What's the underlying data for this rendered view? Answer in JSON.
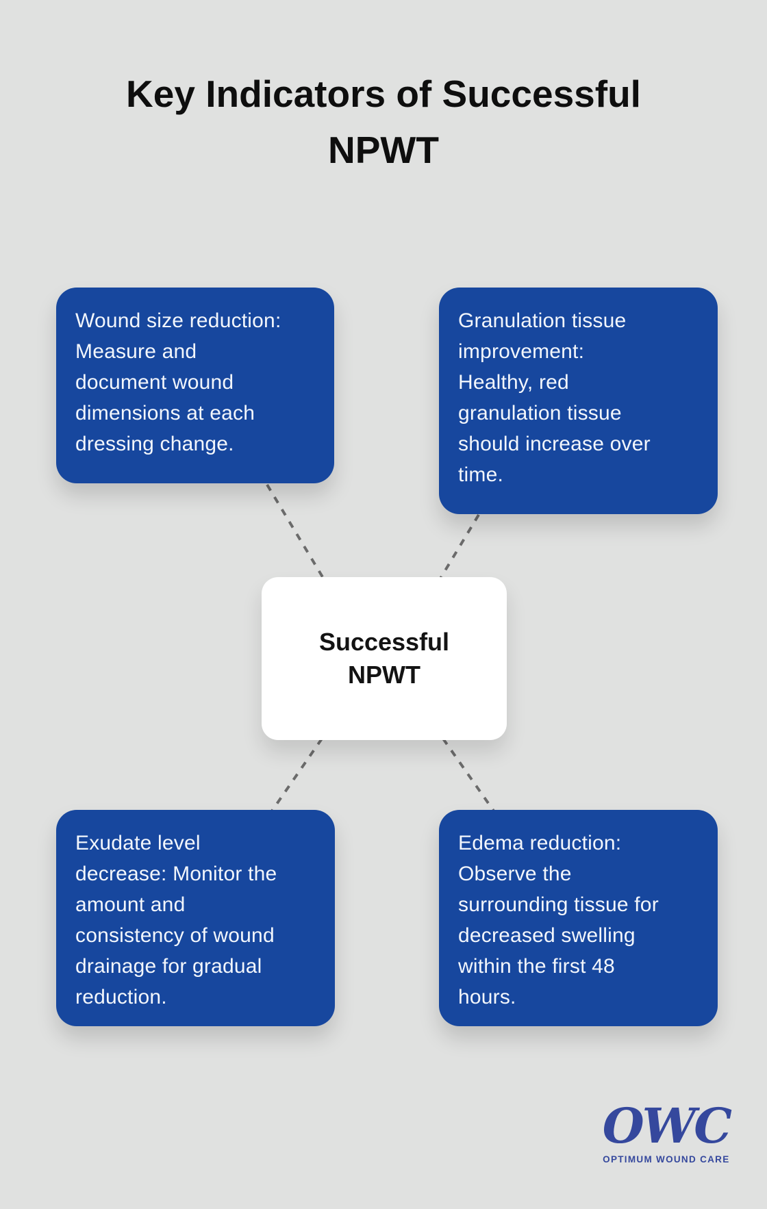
{
  "page": {
    "background_color": "#E0E1E0",
    "title": {
      "text": "Key Indicators of Successful NPWT",
      "lines": [
        "Key Indicators of Successful",
        "NPWT"
      ]
    }
  },
  "center_node": {
    "text": "Successful NPWT",
    "lines": [
      "Successful",
      "NPWT"
    ]
  },
  "nodes": [
    {
      "id": "wound-size-reduction",
      "position": "top-left",
      "text": "Wound size reduction: Measure and document wound dimensions at each dressing change.",
      "lines": [
        "Wound size reduction:",
        "Measure and",
        "document wound",
        "dimensions at each",
        "dressing change."
      ]
    },
    {
      "id": "granulation-tissue-improvement",
      "position": "top-right",
      "text": "Granulation tissue improvement: Healthy, red granulation tissue should increase over time.",
      "lines": [
        "Granulation tissue",
        "improvement:",
        "Healthy, red",
        "granulation tissue",
        "should increase over",
        "time."
      ]
    },
    {
      "id": "exudate-level-decrease",
      "position": "bottom-left",
      "text": "Exudate level decrease: Monitor the amount and consistency of wound drainage for gradual reduction.",
      "lines": [
        "Exudate level",
        "decrease: Monitor the",
        "amount and",
        "consistency of wound",
        "drainage for gradual",
        "reduction."
      ]
    },
    {
      "id": "edema-reduction",
      "position": "bottom-right",
      "text": "Edema reduction: Observe the surrounding tissue for decreased swelling within the first 48 hours.",
      "lines": [
        "Edema reduction:",
        "Observe the",
        "surrounding tissue for",
        "decreased swelling",
        "within the first 48",
        "hours."
      ]
    }
  ],
  "connectors": [
    {
      "from": "wound-size-reduction",
      "to": "center"
    },
    {
      "from": "granulation-tissue-improvement",
      "to": "center"
    },
    {
      "from": "exudate-level-decrease",
      "to": "center"
    },
    {
      "from": "edema-reduction",
      "to": "center"
    }
  ],
  "logo": {
    "acronym": "OWC",
    "tagline": "OPTIMUM WOUND CARE"
  },
  "colors": {
    "background": "#E0E1E0",
    "node_blue": "#17479E",
    "node_text": "#F2F6FC",
    "center_node_bg": "#FFFFFF",
    "center_node_text": "#131313",
    "title_text": "#0E0E0E",
    "connector_gray": "#6B6B6B",
    "logo_blue": "#35489D"
  }
}
